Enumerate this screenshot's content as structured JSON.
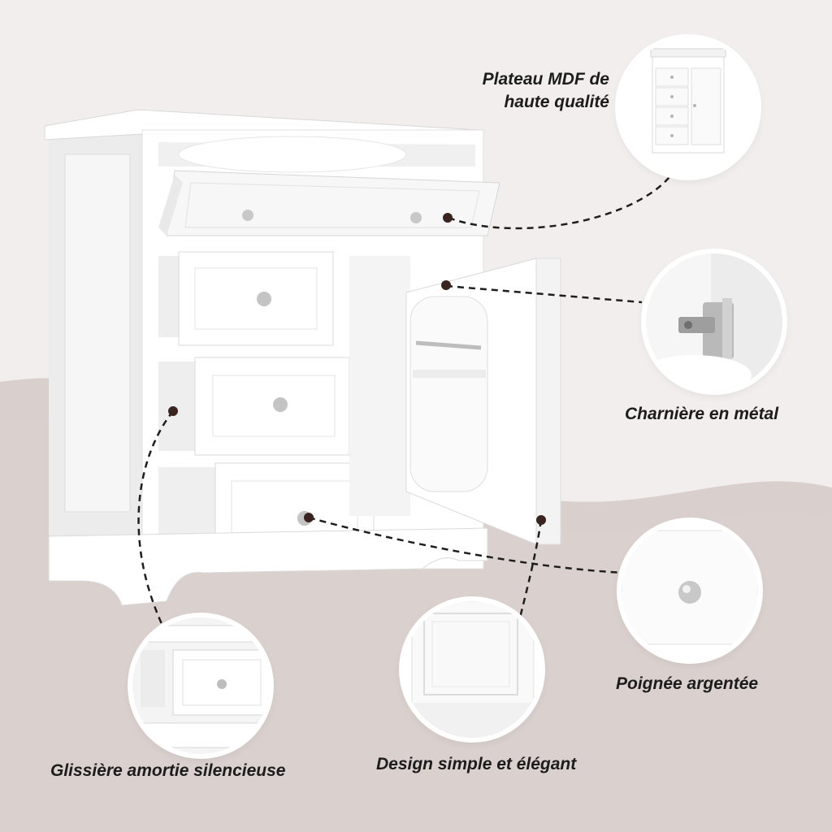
{
  "labels": {
    "top": [
      "Plateau MDF de",
      "haute qualité"
    ],
    "hinge": "Charnière en métal",
    "handle": "Poignée argentée",
    "glide": "Glissière amortie silencieuse",
    "design": "Design simple et élégant"
  },
  "colors": {
    "background": "#f1ecec",
    "wave": "#d9cfcd",
    "dot": "#3a2420",
    "text": "#1c1c1c"
  }
}
